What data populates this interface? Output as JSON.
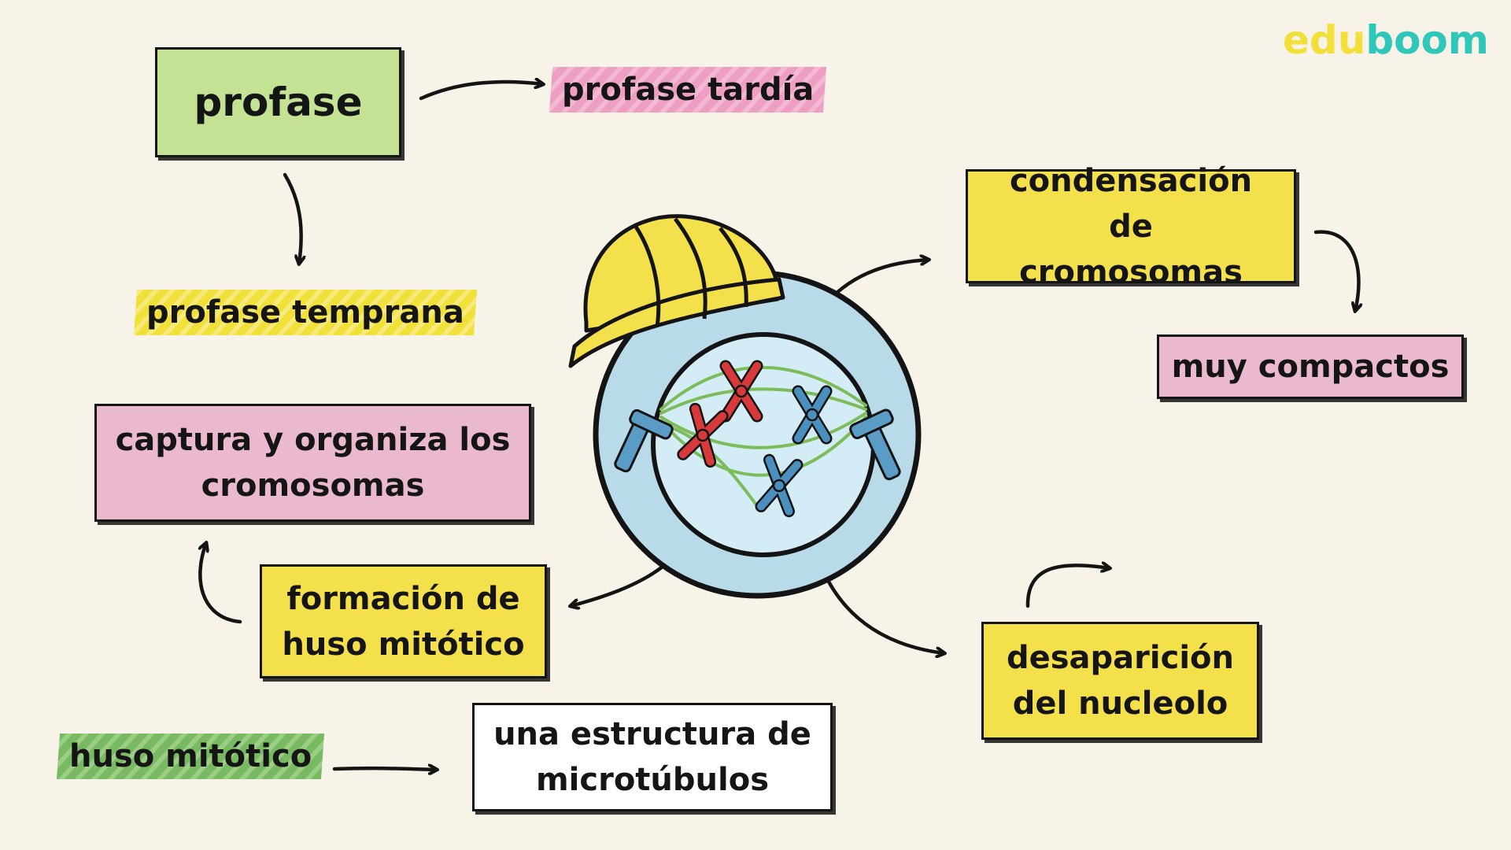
{
  "brand": {
    "part1": "edu",
    "part2": "boom",
    "color1": "#f2df3a",
    "color2": "#2fc7b9"
  },
  "colors": {
    "yellow": "#f4e04a",
    "pink": "#eab9cf",
    "green": "#c4e293",
    "outline": "#141414"
  },
  "nodes": {
    "profase": "profase",
    "profase_tardia": "profase tardía",
    "profase_temprana": "profase temprana",
    "condensacion": "condensación de cromosomas",
    "muy_compactos": "muy compactos",
    "captura": "captura y organiza los cromosomas",
    "formacion_huso": "formación de huso mitótico",
    "huso_mitotico": "huso mitótico",
    "estructura": "una estructura de microtúbulos",
    "desaparicion": "desaparición del nucleolo"
  },
  "icons": [
    "hard-hat-icon",
    "cell-icon",
    "chromosome-icon"
  ]
}
